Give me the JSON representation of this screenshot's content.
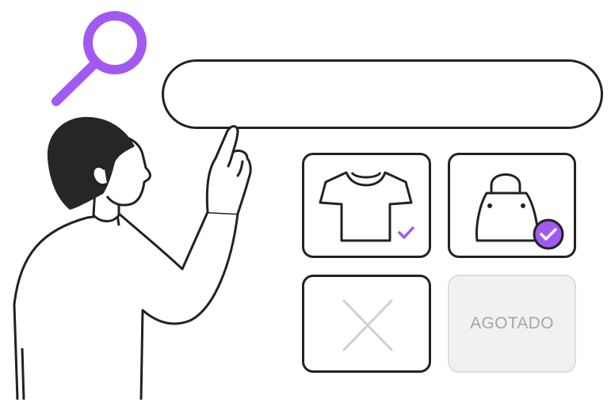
{
  "colors": {
    "accent": "#a259f0",
    "outline": "#222222",
    "muted": "#d0d0d0",
    "soldout_bg": "#f1f1f1",
    "soldout_text": "#a6a6a6"
  },
  "icons": {
    "search": "magnifier-icon",
    "shirt": "tshirt-icon",
    "bag": "handbag-icon",
    "check": "checkmark-icon",
    "unavailable": "x-icon"
  },
  "search": {
    "value": ""
  },
  "products": [
    {
      "name": "shirt",
      "status": "available"
    },
    {
      "name": "bag",
      "status": "available"
    },
    {
      "name": "empty",
      "status": "unavailable"
    },
    {
      "name": "soldout",
      "status": "sold-out",
      "label": "AGOTADO"
    }
  ]
}
